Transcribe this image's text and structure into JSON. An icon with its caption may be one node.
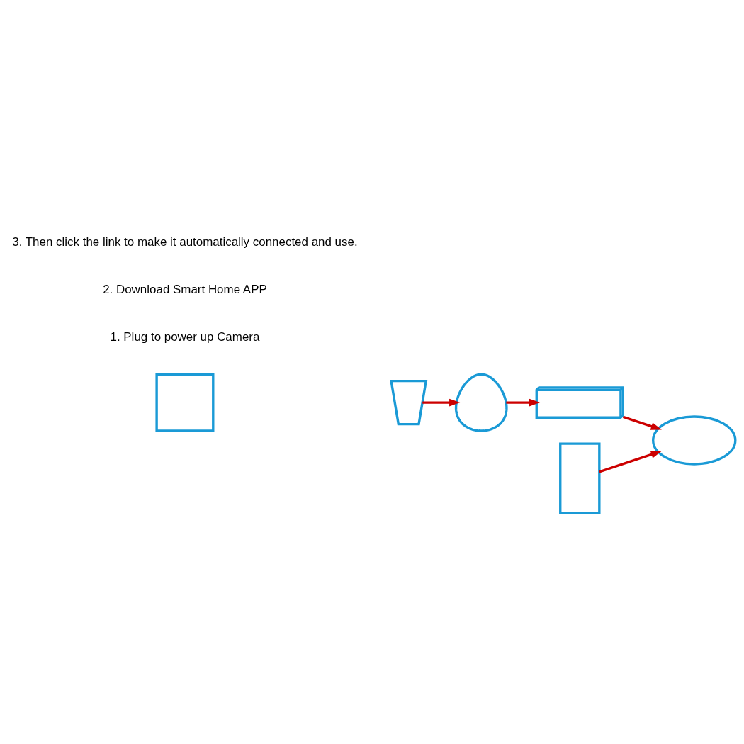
{
  "diagram": {
    "nodes": [
      {
        "text": [],
        "shape": "box"
      },
      {
        "text": [],
        "shape": "plug"
      },
      {
        "text": [],
        "shape": "camera"
      },
      {
        "text": [],
        "shape": "router"
      },
      {
        "text": [],
        "shape": "phone"
      },
      {
        "text": [],
        "shape": "cloud"
      }
    ],
    "edges": [
      {
        "from": 1,
        "to": 2,
        "arrow": "to"
      },
      {
        "from": 2,
        "to": 3,
        "arrow": "to"
      },
      {
        "from": 3,
        "to": 5,
        "arrow": "to"
      },
      {
        "from": 4,
        "to": 5,
        "arrow": "to"
      }
    ],
    "labels": [
      "1. Plug to power up Camera",
      "2. Download Smart Home APP",
      "3. Then click the link to make it automatically connected and use."
    ]
  }
}
